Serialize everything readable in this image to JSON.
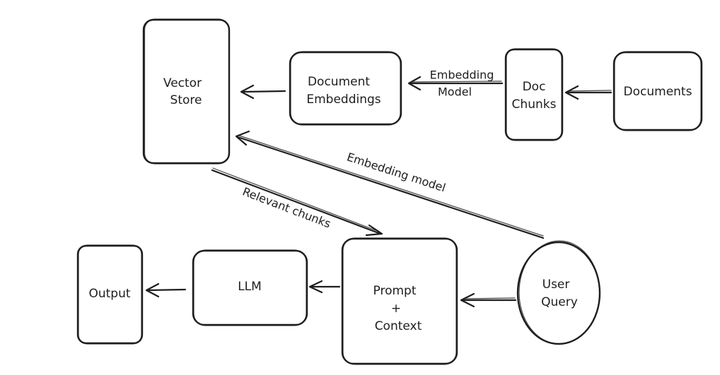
{
  "diagram": {
    "nodes": {
      "vector_store": [
        "Vector",
        "Store"
      ],
      "document_embeddings": [
        "Document",
        "Embeddings"
      ],
      "doc_chunks": [
        "Doc",
        "Chunks"
      ],
      "documents": [
        "Documents"
      ],
      "output": [
        "Output"
      ],
      "llm": [
        "LLM"
      ],
      "prompt_context": [
        "Prompt",
        "+",
        "Context"
      ],
      "user_query": [
        "User",
        "Query"
      ]
    },
    "edges": {
      "chunks_to_embeddings": [
        "Embedding",
        "Model"
      ],
      "query_to_store": "Embedding model",
      "store_to_prompt": "Relevant chunks"
    }
  }
}
